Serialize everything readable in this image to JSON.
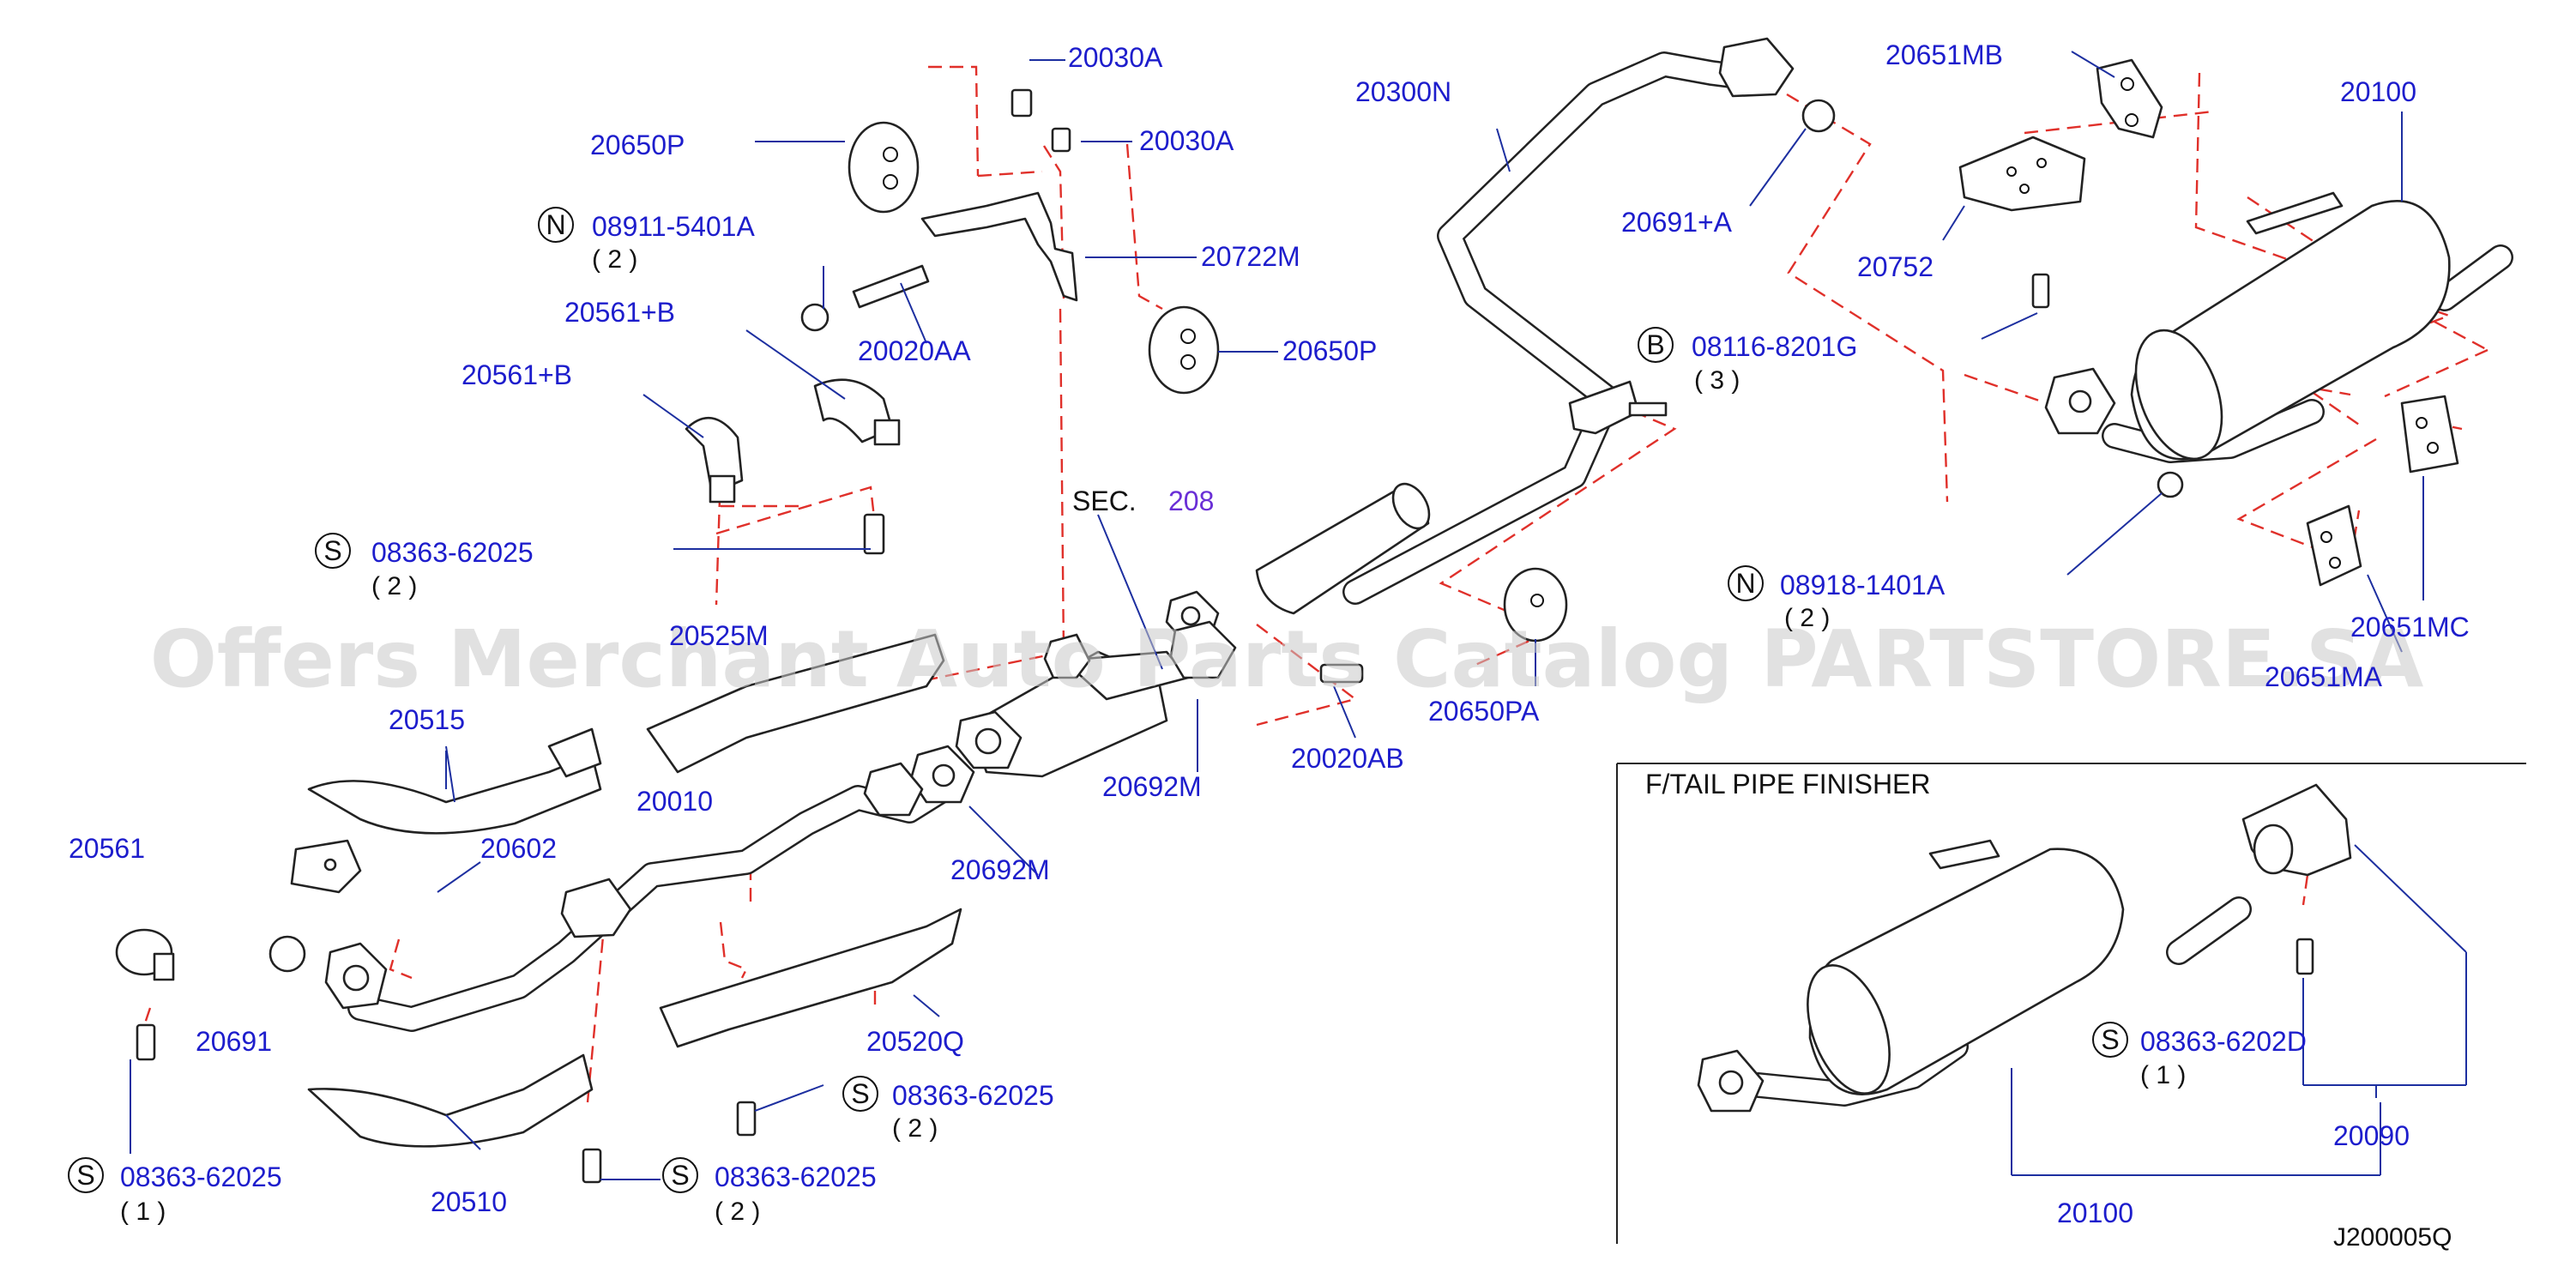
{
  "watermark": "Offers Merchant Auto Parts Catalog PARTSTORE.SA",
  "diagram_code": "J200005Q",
  "section_ref": {
    "prefix": "SEC.",
    "number": "208"
  },
  "inset_title": "F/TAIL  PIPE  FINISHER",
  "parts": {
    "p20030A_1": "20030A",
    "p20030A_2": "20030A",
    "p20650P_1": "20650P",
    "p20650P_2": "20650P",
    "p20722M": "20722M",
    "p20020AA": "20020AA",
    "p20561B_1": "20561+B",
    "p20561B_2": "20561+B",
    "p20525M": "20525M",
    "p20515": "20515",
    "p20010": "20010",
    "p20602": "20602",
    "p20561": "20561",
    "p20691": "20691",
    "p20510": "20510",
    "p20520Q": "20520Q",
    "p20692M_1": "20692M",
    "p20692M_2": "20692M",
    "p20020AB": "20020AB",
    "p20300N": "20300N",
    "p20691A": "20691+A",
    "p20650PA": "20650PA",
    "p20651MB": "20651MB",
    "p20752": "20752",
    "p20100_main": "20100",
    "p20651MC": "20651MC",
    "p20651MA": "20651MA",
    "p20090": "20090",
    "p20100_inset": "20100"
  },
  "callouts": {
    "n1": {
      "symbol": "N",
      "part": "08911-5401A",
      "qty": "( 2 )"
    },
    "s1": {
      "symbol": "S",
      "part": "08363-62025",
      "qty": "( 2 )"
    },
    "s2": {
      "symbol": "S",
      "part": "08363-62025",
      "qty": "( 2 )"
    },
    "s3": {
      "symbol": "S",
      "part": "08363-62025",
      "qty": "( 1 )"
    },
    "s4": {
      "symbol": "S",
      "part": "08363-62025",
      "qty": "( 2 )"
    },
    "b1": {
      "symbol": "B",
      "part": "08116-8201G",
      "qty": "( 3 )"
    },
    "n2": {
      "symbol": "N",
      "part": "08918-1401A",
      "qty": "( 2 )"
    },
    "s5": {
      "symbol": "S",
      "part": "08363-6202D",
      "qty": "( 1 )"
    }
  },
  "colors": {
    "part_label": "#1d1dcc",
    "section_number": "#6a2fd6",
    "dashed_line": "#e0302a",
    "leader_line": "#1d2fa0",
    "watermark": "#c9c9c9"
  }
}
